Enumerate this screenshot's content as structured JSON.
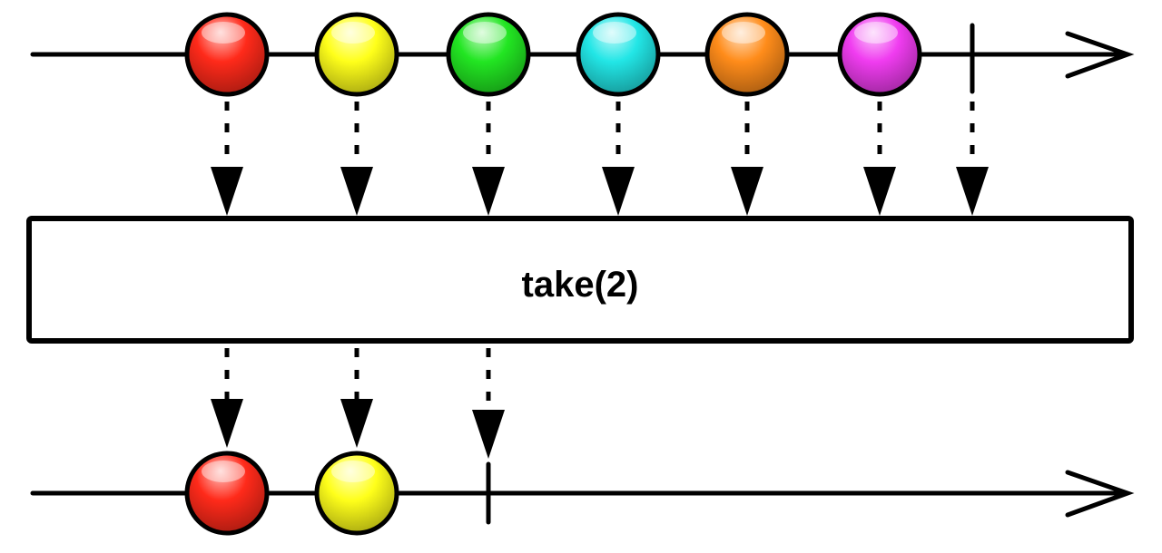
{
  "operator": {
    "label": "take(2)"
  },
  "input_stream": {
    "marbles": [
      {
        "name": "red-marble",
        "color": "#ff2a1a",
        "emitted": true
      },
      {
        "name": "yellow-marble",
        "color": "#ffff1a",
        "emitted": true
      },
      {
        "name": "green-marble",
        "color": "#22e622",
        "emitted": false
      },
      {
        "name": "cyan-marble",
        "color": "#22e6e6",
        "emitted": false
      },
      {
        "name": "orange-marble",
        "color": "#ff8c1a",
        "emitted": false
      },
      {
        "name": "magenta-marble",
        "color": "#f03cf0",
        "emitted": false
      }
    ],
    "completes": true
  },
  "output_stream": {
    "marbles": [
      {
        "name": "red-marble",
        "color": "#ff2a1a"
      },
      {
        "name": "yellow-marble",
        "color": "#ffff1a"
      }
    ],
    "completes_after_last_emission": true
  }
}
